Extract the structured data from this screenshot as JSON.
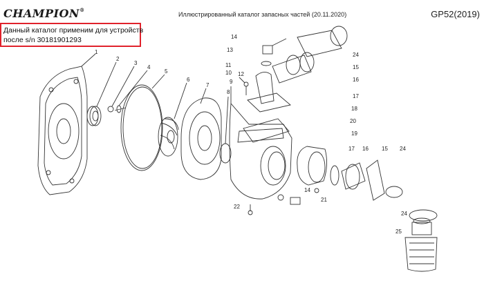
{
  "header": {
    "logo_text": "CHAMPION",
    "catalog_title": "Иллюстрированный каталог запасных частей (20.11.2020)",
    "model": "GP52(2019)"
  },
  "notice": {
    "line1": "Данный каталог применим для устройств",
    "line2": "после s/n 30181901293"
  },
  "colors": {
    "notice_border": "#e0212b",
    "line": "#333333"
  },
  "part_numbers": [
    "1",
    "2",
    "3",
    "4",
    "5",
    "6",
    "7",
    "8",
    "9",
    "10",
    "11",
    "12",
    "13",
    "14",
    "14",
    "15",
    "15",
    "16",
    "16",
    "17",
    "17",
    "18",
    "19",
    "20",
    "21",
    "22",
    "24",
    "24",
    "24",
    "25"
  ]
}
